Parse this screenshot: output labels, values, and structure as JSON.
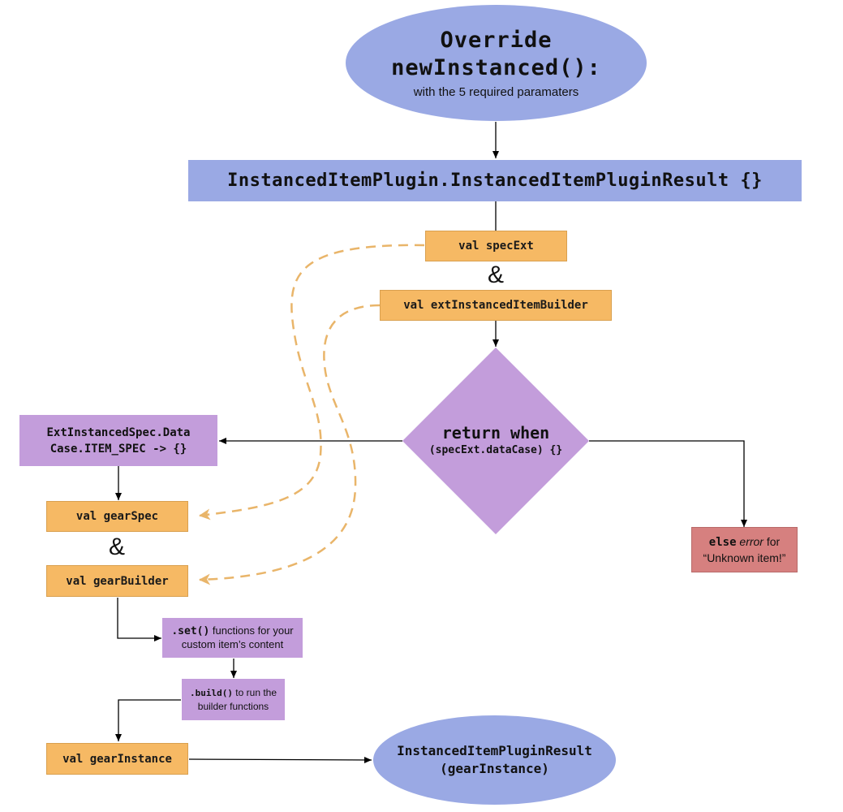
{
  "start": {
    "line1": "Override",
    "line2": "newInstanced():",
    "subtitle": "with the 5 required paramaters"
  },
  "result_bar": "InstancedItemPlugin.InstancedItemPluginResult {}",
  "val_specext": "val specExt",
  "ampersand_1": "&",
  "val_builder": "val extInstancedItemBuilder",
  "decision": {
    "line1": "return when",
    "line2": "(specExt.dataCase) {}"
  },
  "case_box": {
    "line1": "ExtInstancedSpec.Data",
    "line2": "Case.ITEM_SPEC -> {}"
  },
  "val_gearspec": "val gearSpec",
  "ampersand_2": "&",
  "val_gearbuilder": "val gearBuilder",
  "error_box": {
    "keyword": "else",
    "error_word": "error",
    "for_word": " for",
    "message": "“Unknown item!”"
  },
  "set_box": {
    "code": ".set()",
    "text1": " functions for your",
    "text2": "custom item’s content"
  },
  "build_box": {
    "code": ".build()",
    "text1": " to run the",
    "text2": "builder functions"
  },
  "val_gearinstance": "val gearInstance",
  "end": {
    "line1": "InstancedItemPluginResult",
    "line2": "(gearInstance)"
  },
  "colors": {
    "blue": "#9aa9e4",
    "orange": "#f6b964",
    "purple": "#c39ddb",
    "red": "#d6807f",
    "dashed": "#e9b56a"
  }
}
